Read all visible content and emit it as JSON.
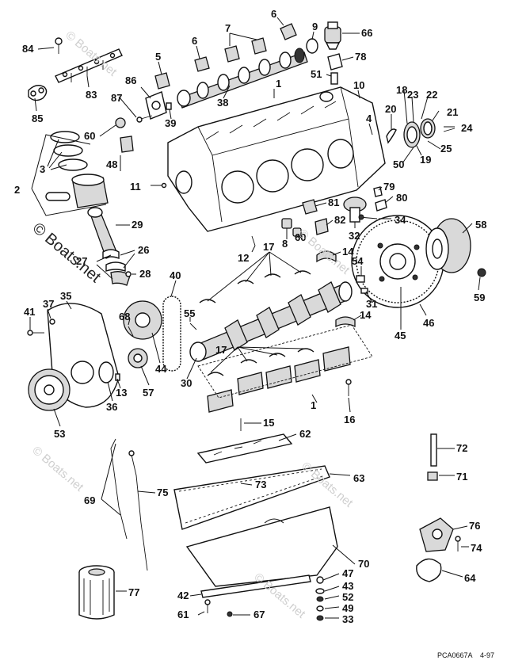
{
  "watermark": {
    "main": "© Boats.net",
    "faint": [
      "© Boats.net",
      "© Boats.net",
      "© Boats.net",
      "© Boats.net",
      "© Boats.net"
    ]
  },
  "drawing_code": {
    "id": "PCA0667A",
    "date": "4-97"
  },
  "callouts": [
    {
      "id": "c1a",
      "text": "1"
    },
    {
      "id": "c1b",
      "text": "1"
    },
    {
      "id": "c2",
      "text": "2"
    },
    {
      "id": "c3",
      "text": "3"
    },
    {
      "id": "c4",
      "text": "4"
    },
    {
      "id": "c5",
      "text": "5"
    },
    {
      "id": "c6a",
      "text": "6"
    },
    {
      "id": "c6b",
      "text": "6"
    },
    {
      "id": "c7",
      "text": "7"
    },
    {
      "id": "c8",
      "text": "8"
    },
    {
      "id": "c9",
      "text": "9"
    },
    {
      "id": "c10",
      "text": "10"
    },
    {
      "id": "c11",
      "text": "11"
    },
    {
      "id": "c12",
      "text": "12"
    },
    {
      "id": "c13",
      "text": "13"
    },
    {
      "id": "c14a",
      "text": "14"
    },
    {
      "id": "c14b",
      "text": "14"
    },
    {
      "id": "c15",
      "text": "15"
    },
    {
      "id": "c16",
      "text": "16"
    },
    {
      "id": "c17a",
      "text": "17"
    },
    {
      "id": "c17b",
      "text": "17"
    },
    {
      "id": "c18",
      "text": "18"
    },
    {
      "id": "c19",
      "text": "19"
    },
    {
      "id": "c20",
      "text": "20"
    },
    {
      "id": "c21",
      "text": "21"
    },
    {
      "id": "c22",
      "text": "22"
    },
    {
      "id": "c23",
      "text": "23"
    },
    {
      "id": "c24",
      "text": "24"
    },
    {
      "id": "c25",
      "text": "25"
    },
    {
      "id": "c26",
      "text": "26"
    },
    {
      "id": "c27",
      "text": "27"
    },
    {
      "id": "c28",
      "text": "28"
    },
    {
      "id": "c29",
      "text": "29"
    },
    {
      "id": "c30",
      "text": "30"
    },
    {
      "id": "c31",
      "text": "31"
    },
    {
      "id": "c32",
      "text": "32"
    },
    {
      "id": "c33",
      "text": "33"
    },
    {
      "id": "c34",
      "text": "34"
    },
    {
      "id": "c35",
      "text": "35"
    },
    {
      "id": "c36",
      "text": "36"
    },
    {
      "id": "c37",
      "text": "37"
    },
    {
      "id": "c38",
      "text": "38"
    },
    {
      "id": "c39",
      "text": "39"
    },
    {
      "id": "c40",
      "text": "40"
    },
    {
      "id": "c41",
      "text": "41"
    },
    {
      "id": "c42",
      "text": "42"
    },
    {
      "id": "c43",
      "text": "43"
    },
    {
      "id": "c44",
      "text": "44"
    },
    {
      "id": "c45",
      "text": "45"
    },
    {
      "id": "c46",
      "text": "46"
    },
    {
      "id": "c47",
      "text": "47"
    },
    {
      "id": "c48",
      "text": "48"
    },
    {
      "id": "c49",
      "text": "49"
    },
    {
      "id": "c50",
      "text": "50"
    },
    {
      "id": "c51",
      "text": "51"
    },
    {
      "id": "c52",
      "text": "52"
    },
    {
      "id": "c53",
      "text": "53"
    },
    {
      "id": "c54",
      "text": "54"
    },
    {
      "id": "c55",
      "text": "55"
    },
    {
      "id": "c57",
      "text": "57"
    },
    {
      "id": "c58",
      "text": "58"
    },
    {
      "id": "c59",
      "text": "59"
    },
    {
      "id": "c60a",
      "text": "60"
    },
    {
      "id": "c60b",
      "text": "60"
    },
    {
      "id": "c61",
      "text": "61"
    },
    {
      "id": "c62",
      "text": "62"
    },
    {
      "id": "c63",
      "text": "63"
    },
    {
      "id": "c64",
      "text": "64"
    },
    {
      "id": "c66",
      "text": "66"
    },
    {
      "id": "c67",
      "text": "67"
    },
    {
      "id": "c68",
      "text": "68"
    },
    {
      "id": "c69",
      "text": "69"
    },
    {
      "id": "c70",
      "text": "70"
    },
    {
      "id": "c71",
      "text": "71"
    },
    {
      "id": "c72",
      "text": "72"
    },
    {
      "id": "c73",
      "text": "73"
    },
    {
      "id": "c74",
      "text": "74"
    },
    {
      "id": "c75",
      "text": "75"
    },
    {
      "id": "c76",
      "text": "76"
    },
    {
      "id": "c77",
      "text": "77"
    },
    {
      "id": "c78",
      "text": "78"
    },
    {
      "id": "c79",
      "text": "79"
    },
    {
      "id": "c80",
      "text": "80"
    },
    {
      "id": "c81",
      "text": "81"
    },
    {
      "id": "c82",
      "text": "82"
    },
    {
      "id": "c83",
      "text": "83"
    },
    {
      "id": "c84",
      "text": "84"
    },
    {
      "id": "c85",
      "text": "85"
    },
    {
      "id": "c86",
      "text": "86"
    },
    {
      "id": "c87",
      "text": "87"
    }
  ]
}
